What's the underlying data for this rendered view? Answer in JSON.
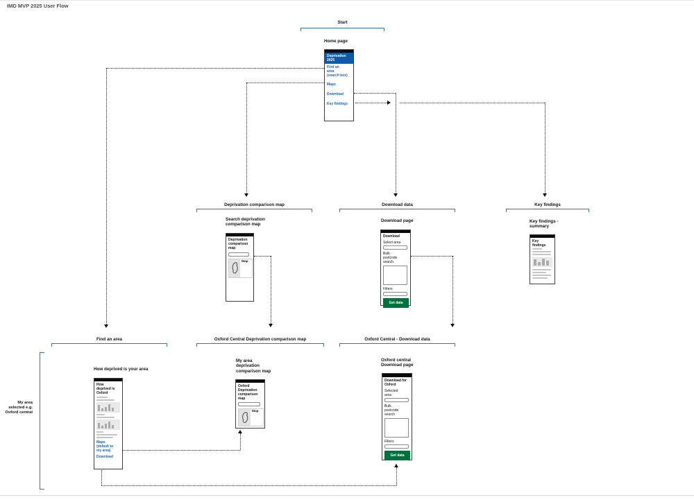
{
  "page": {
    "title": "IMD MVP 2025 User Flow"
  },
  "colors": {
    "bracket_blue": "#2e75b6",
    "header_blue": "#0e5aa7",
    "link_blue": "#1566c0",
    "button_green": "#00703c",
    "topbar_black": "#0b0b0b"
  },
  "brackets": {
    "start": "Start",
    "deprivation_comparison_map": "Deprivation comparison map",
    "download_data": "Download data",
    "key_findings": "Key findings",
    "find_an_area": "Find an area",
    "oxford_central_map": "Oxford Central Deprivation comparison map",
    "oxford_central_download": "Oxford Central - Download data",
    "my_area_selected": "My area\nselected e.g.\nOxford central"
  },
  "home": {
    "label": "Home page",
    "header": "Deprivation\n2025",
    "links": [
      "Find an\narea\n(search box)",
      "Maps",
      "Download",
      "Key findings"
    ]
  },
  "search_map": {
    "label": "Search deprivation\ncomparison map",
    "title": "Deprivation\ncomparison\nmap",
    "map_label": "Map"
  },
  "download_page": {
    "label": "Download page",
    "title": "Download",
    "select_area": "Select area",
    "bulk": "Bulk\npostcode\nsearch",
    "filters": "Filters",
    "button": "Get data"
  },
  "key_findings_page": {
    "label": "Key findings -\nsummary",
    "title": "Key findings"
  },
  "how_deprived": {
    "label": "How deprived is your area",
    "title": "How\ndeprived is\nOxford",
    "links": [
      "Maps\n(default to\nmy area)",
      "Download"
    ]
  },
  "my_area_map": {
    "label": "My area\ndeprivation\ncomparison map",
    "title": "Oxford\nDeprivation\ncomparison\nmap",
    "map_label": "Map"
  },
  "oxford_download": {
    "label": "Oxford central\nDownload page",
    "title": "Download for\nOxford",
    "selected_area": "Selected\narea",
    "bulk": "Bulk\npostcode\nsearch",
    "filters": "Filters",
    "button": "Get data"
  }
}
